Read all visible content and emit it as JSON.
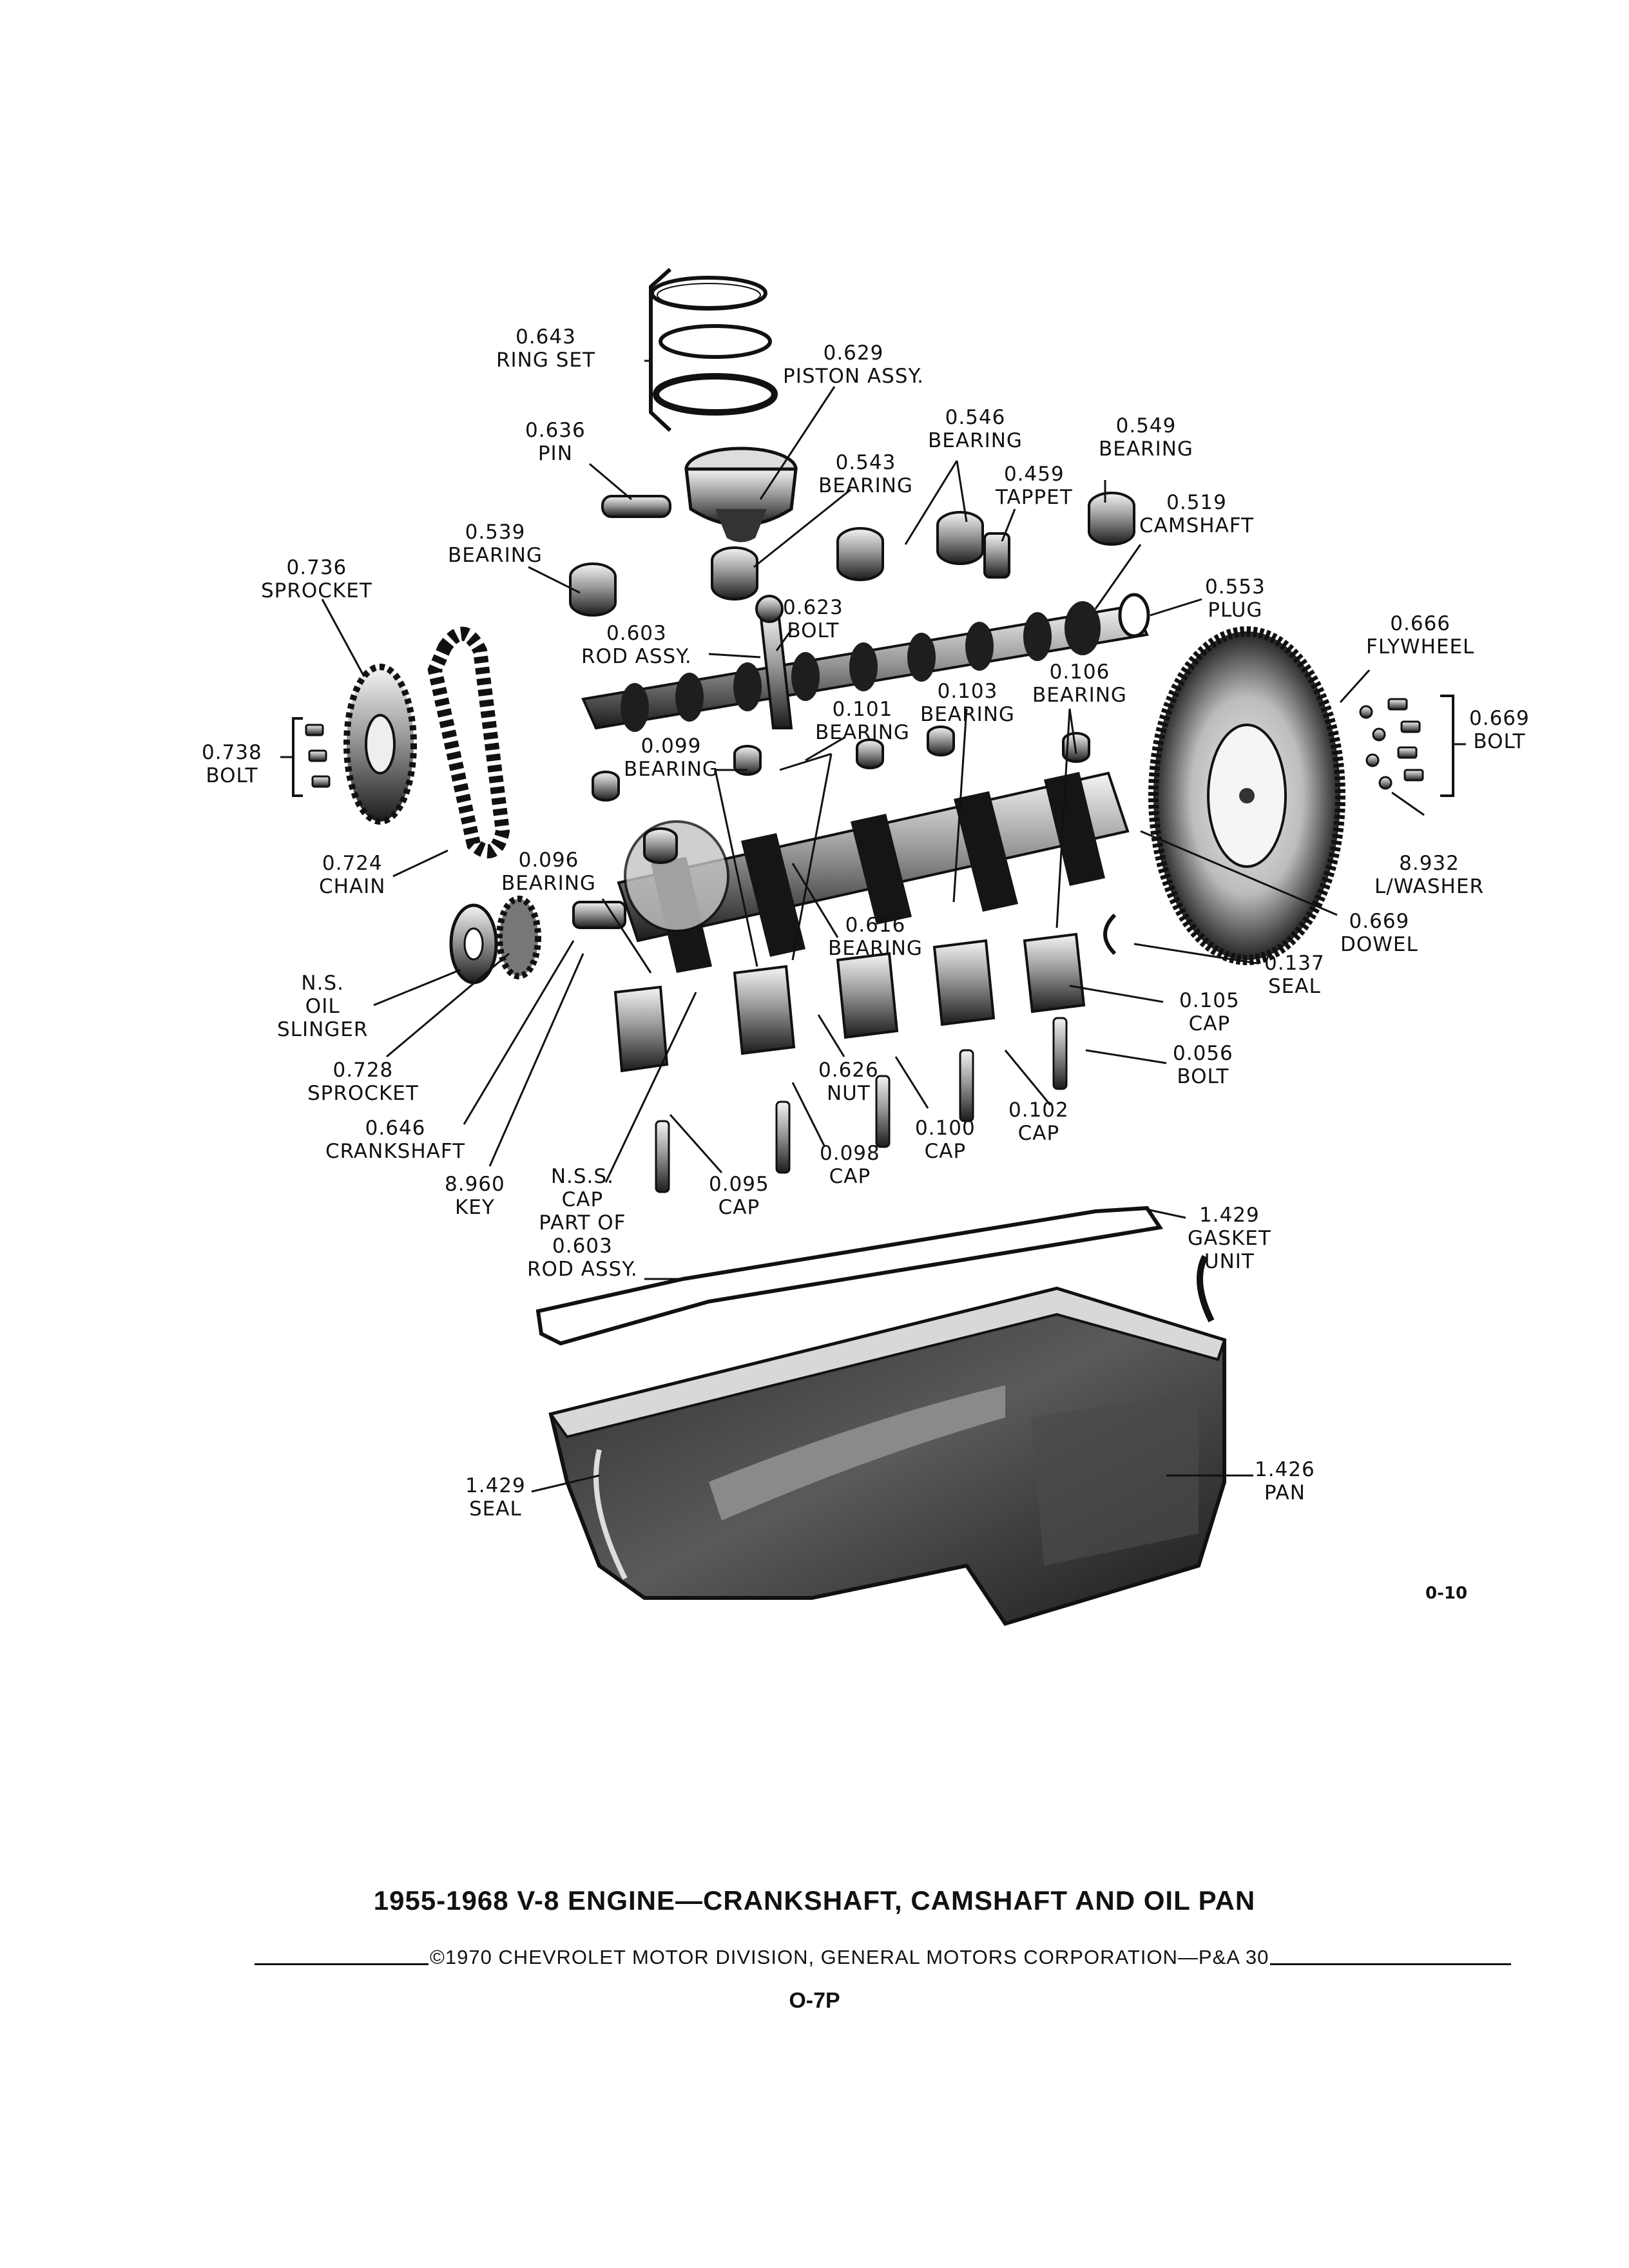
{
  "figure_id": "0-10",
  "title": "1955-1968 V-8 ENGINE—CRANKSHAFT, CAMSHAFT AND OIL PAN",
  "copyright": "©1970 CHEVROLET MOTOR DIVISION, GENERAL MOTORS CORPORATION—P&A 30",
  "page_number": "O-7P",
  "labels": {
    "ring_set": [
      "0.643",
      "RING SET"
    ],
    "piston": [
      "0.629",
      "PISTON ASSY."
    ],
    "pin": [
      "0.636",
      "PIN"
    ],
    "bearing_546": [
      "0.546",
      "BEARING"
    ],
    "bearing_549": [
      "0.549",
      "BEARING"
    ],
    "bearing_543": [
      "0.543",
      "BEARING"
    ],
    "tappet": [
      "0.459",
      "TAPPET"
    ],
    "camshaft": [
      "0.519",
      "CAMSHAFT"
    ],
    "bearing_539": [
      "0.539",
      "BEARING"
    ],
    "sprocket_736": [
      "0.736",
      "SPROCKET"
    ],
    "bolt_623": [
      "0.623",
      "BOLT"
    ],
    "plug": [
      "0.553",
      "PLUG"
    ],
    "rod_assy": [
      "0.603",
      "ROD ASSY."
    ],
    "flywheel": [
      "0.666",
      "FLYWHEEL"
    ],
    "bearing_106": [
      "0.106",
      "BEARING"
    ],
    "bearing_103": [
      "0.103",
      "BEARING"
    ],
    "bolt_669": [
      "0.669",
      "BOLT"
    ],
    "bearing_101": [
      "0.101",
      "BEARING"
    ],
    "bolt_738": [
      "0.738",
      "BOLT"
    ],
    "bearing_099": [
      "0.099",
      "BEARING"
    ],
    "chain": [
      "0.724",
      "CHAIN"
    ],
    "bearing_096": [
      "0.096",
      "BEARING"
    ],
    "lwasher": [
      "8.932",
      "L/WASHER"
    ],
    "dowel": [
      "0.669",
      "DOWEL"
    ],
    "bearing_616": [
      "0.616",
      "BEARING"
    ],
    "seal_137": [
      "0.137",
      "SEAL"
    ],
    "oil_slinger": [
      "N.S.",
      "OIL",
      "SLINGER"
    ],
    "cap_105": [
      "0.105",
      "CAP"
    ],
    "sprocket_728": [
      "0.728",
      "SPROCKET"
    ],
    "bolt_056": [
      "0.056",
      "BOLT"
    ],
    "nut": [
      "0.626",
      "NUT"
    ],
    "crankshaft": [
      "0.646",
      "CRANKSHAFT"
    ],
    "cap_100": [
      "0.100",
      "CAP"
    ],
    "cap_102": [
      "0.102",
      "CAP"
    ],
    "cap_098": [
      "0.098",
      "CAP"
    ],
    "key": [
      "8.960",
      "KEY"
    ],
    "nss_cap": [
      "N.S.S.",
      "CAP",
      "PART OF",
      "0.603",
      "ROD ASSY."
    ],
    "cap_095": [
      "0.095",
      "CAP"
    ],
    "gasket": [
      "1.429",
      "GASKET",
      "UNIT"
    ],
    "seal_429": [
      "1.429",
      "SEAL"
    ],
    "pan": [
      "1.426",
      "PAN"
    ]
  }
}
